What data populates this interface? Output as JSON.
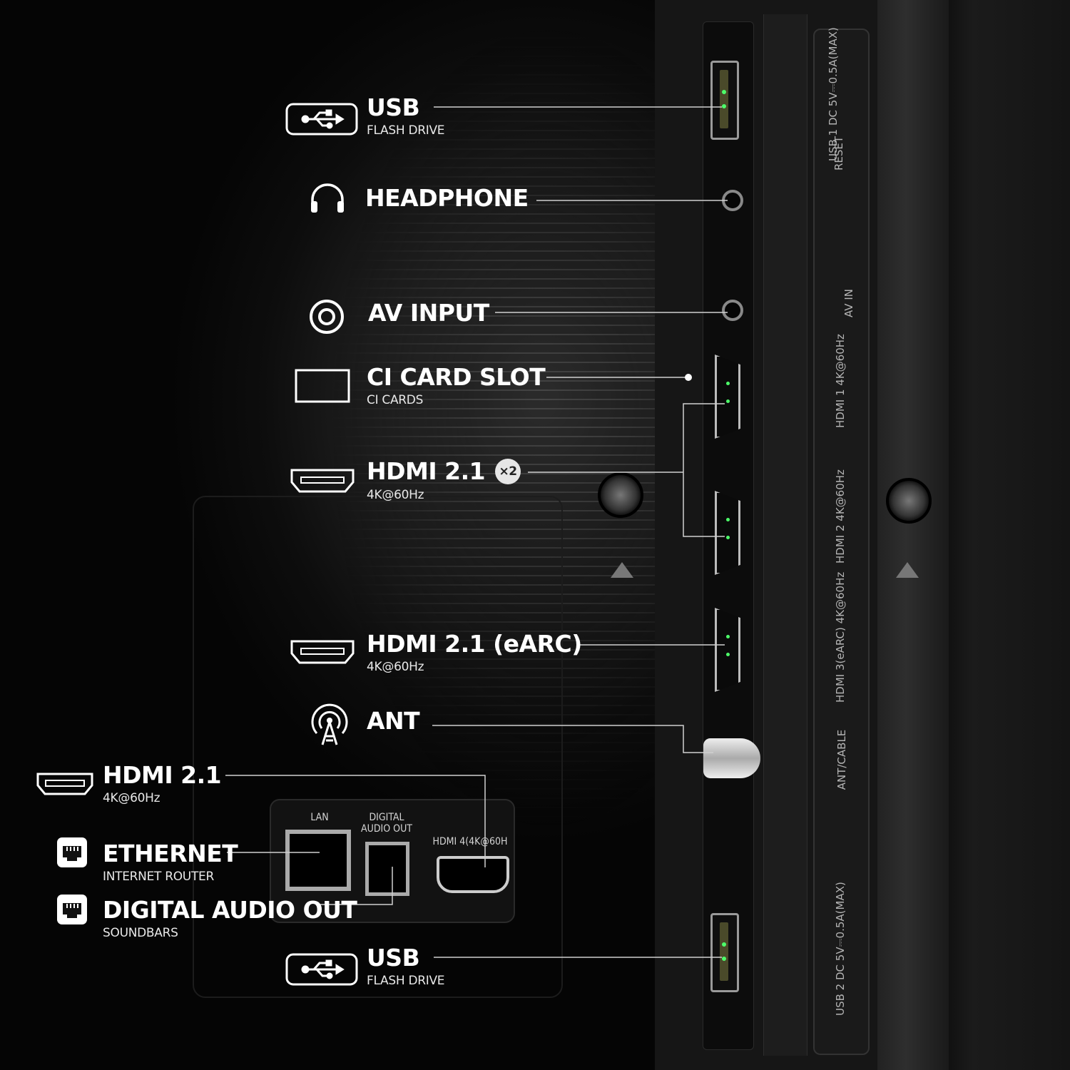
{
  "labels": {
    "usb_top": {
      "title": "USB",
      "sub": "FLASH DRIVE",
      "icon": "usb-icon"
    },
    "headphone": {
      "title": "HEADPHONE",
      "icon": "headphone-icon"
    },
    "av_input": {
      "title": "AV INPUT",
      "icon": "av-input-icon"
    },
    "ci_card": {
      "title": "CI CARD SLOT",
      "sub": "CI CARDS",
      "icon": "ci-card-icon"
    },
    "hdmi_x2": {
      "title": "HDMI 2.1",
      "sub": "4K@60Hz",
      "badge": "×2",
      "icon": "hdmi-icon"
    },
    "hdmi_earc": {
      "title": "HDMI 2.1 (eARC)",
      "sub": "4K@60Hz",
      "icon": "hdmi-icon"
    },
    "ant": {
      "title": "ANT",
      "icon": "antenna-icon"
    },
    "hdmi_side": {
      "title": "HDMI 2.1",
      "sub": "4K@60Hz",
      "icon": "hdmi-icon"
    },
    "ethernet": {
      "title": "ETHERNET",
      "sub": "INTERNET ROUTER",
      "icon": "ethernet-icon"
    },
    "digital_audio": {
      "title": "DIGITAL AUDIO OUT",
      "sub": "SOUNDBARS",
      "icon": "ethernet-icon"
    },
    "usb_bottom": {
      "title": "USB",
      "sub": "FLASH DRIVE",
      "icon": "usb-icon"
    }
  },
  "silkscreen": {
    "usb1": "USB 1\nDC 5V⎓0.5A(MAX)",
    "reset": "RESET",
    "av_in": "AV IN",
    "hdmi1": "HDMI 1\n4K@60Hz",
    "hdmi2": "HDMI 2\n4K@60Hz",
    "hdmi3": "HDMI 3(eARC)\n4K@60Hz",
    "ant_cable": "ANT/CABLE",
    "usb2": "USB 2\nDC 5V⎓0.5A(MAX)",
    "lan": "LAN",
    "digital_audio_out": "DIGITAL\nAUDIO OUT",
    "hdmi4": "HDMI 4(4K@60H"
  },
  "colors": {
    "background": "#050505",
    "label_text": "#ffffff",
    "leader_line": "#d0d0d0",
    "port_led": "#4dff6a",
    "badge_bg": "#e6e6e6"
  }
}
